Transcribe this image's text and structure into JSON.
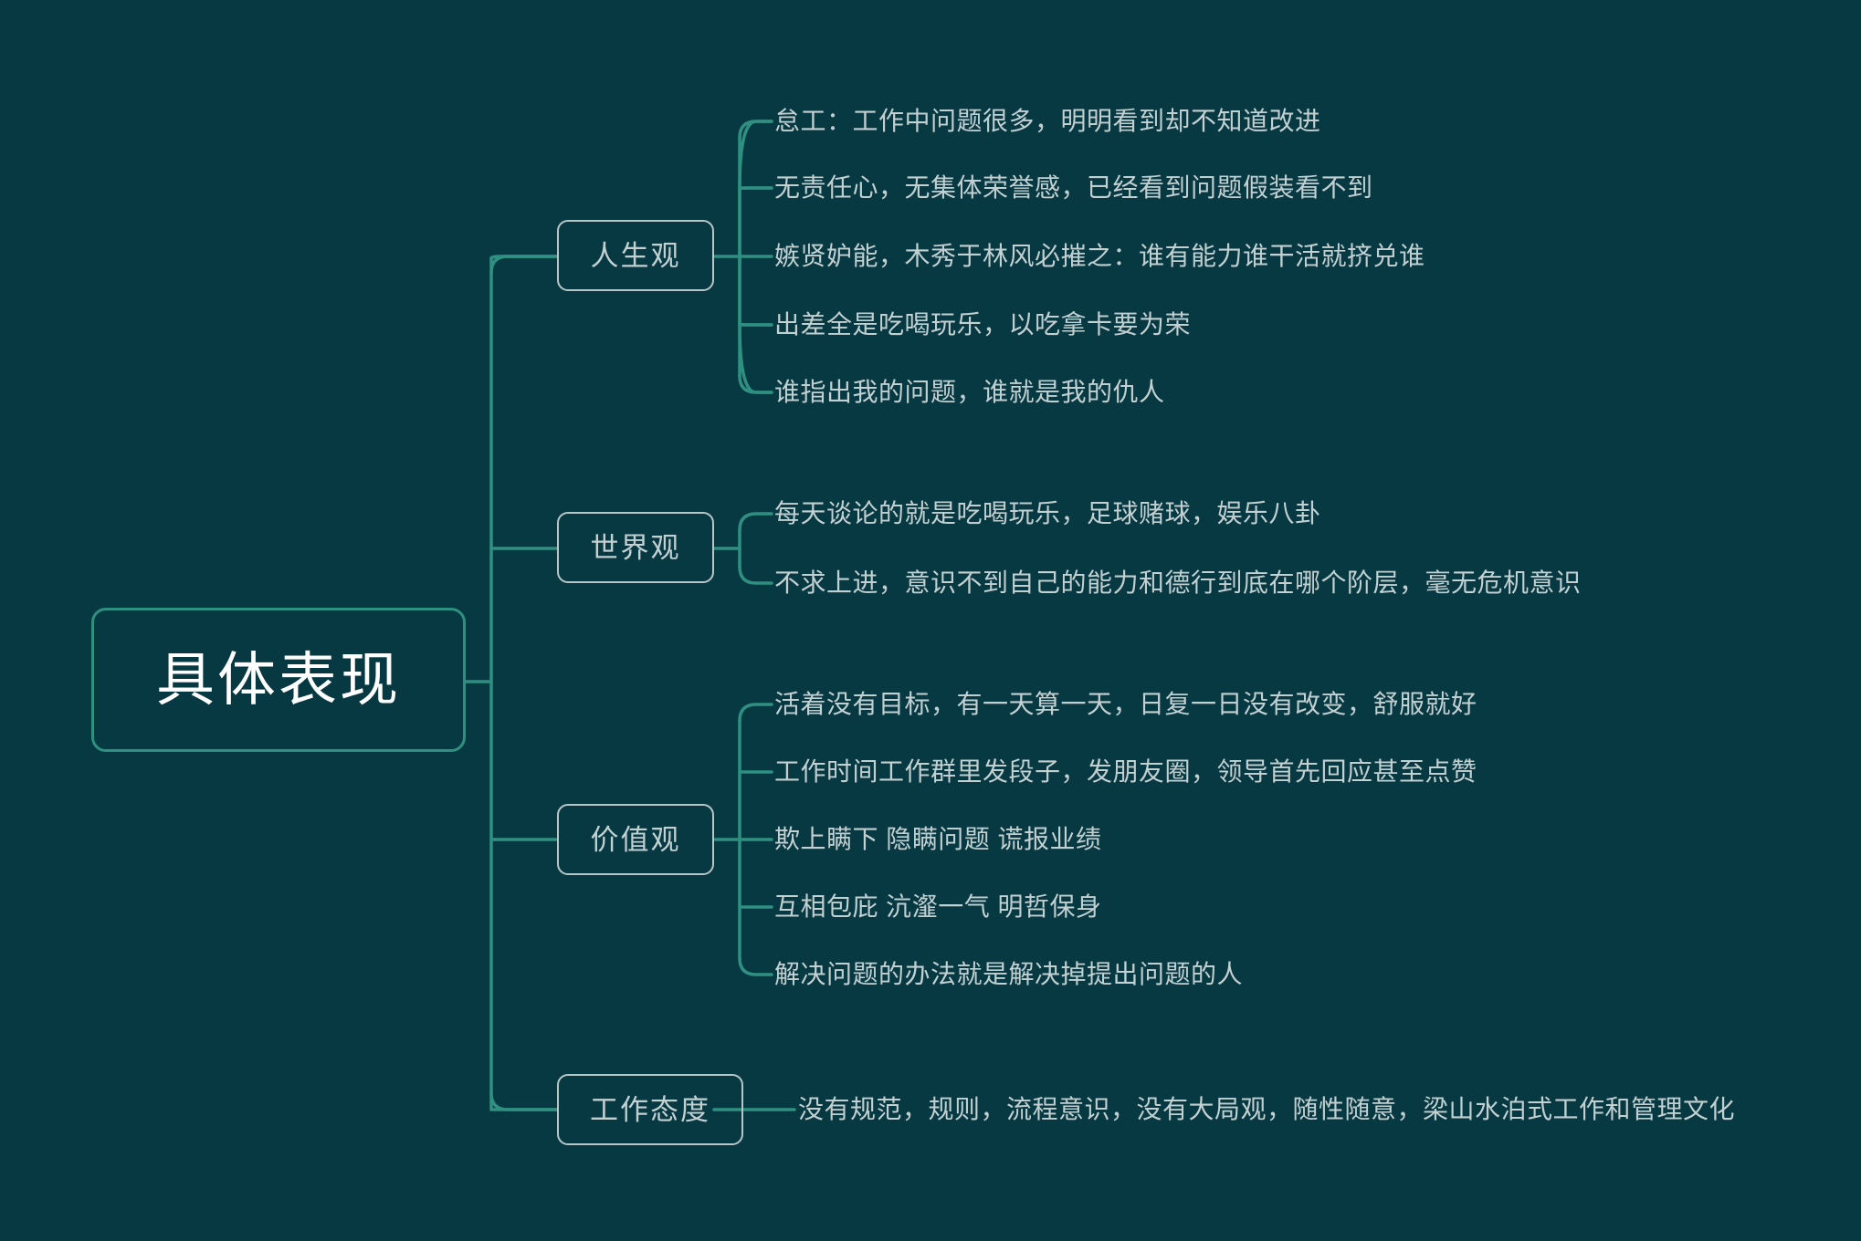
{
  "theme": {
    "background": "#073943",
    "root_border": "#2f8f80",
    "root_text": "#ffffff",
    "branch_border": "#b9c6c8",
    "branch_text": "#c3d0d2",
    "leaf_text": "#c3d0d2",
    "connector": "#2f8f80"
  },
  "mindmap": {
    "root": {
      "label": "具体表现"
    },
    "branches": [
      {
        "label": "人生观",
        "leaves": [
          "怠工：工作中问题很多，明明看到却不知道改进",
          "无责任心，无集体荣誉感，已经看到问题假装看不到",
          "嫉贤妒能，木秀于林风必摧之：谁有能力谁干活就挤兑谁",
          "出差全是吃喝玩乐，以吃拿卡要为荣",
          "谁指出我的问题，谁就是我的仇人"
        ]
      },
      {
        "label": "世界观",
        "leaves": [
          "每天谈论的就是吃喝玩乐，足球赌球，娱乐八卦",
          "不求上进，意识不到自己的能力和德行到底在哪个阶层，毫无危机意识"
        ]
      },
      {
        "label": "价值观",
        "leaves": [
          "活着没有目标，有一天算一天，日复一日没有改变，舒服就好",
          "工作时间工作群里发段子，发朋友圈，领导首先回应甚至点赞",
          "欺上瞒下 隐瞒问题 谎报业绩",
          "互相包庇 沆瀣一气 明哲保身",
          "解决问题的办法就是解决掉提出问题的人"
        ]
      },
      {
        "label": "工作态度",
        "leaves": [
          "没有规范，规则，流程意识，没有大局观，随性随意，梁山水泊式工作和管理文化"
        ]
      }
    ]
  }
}
